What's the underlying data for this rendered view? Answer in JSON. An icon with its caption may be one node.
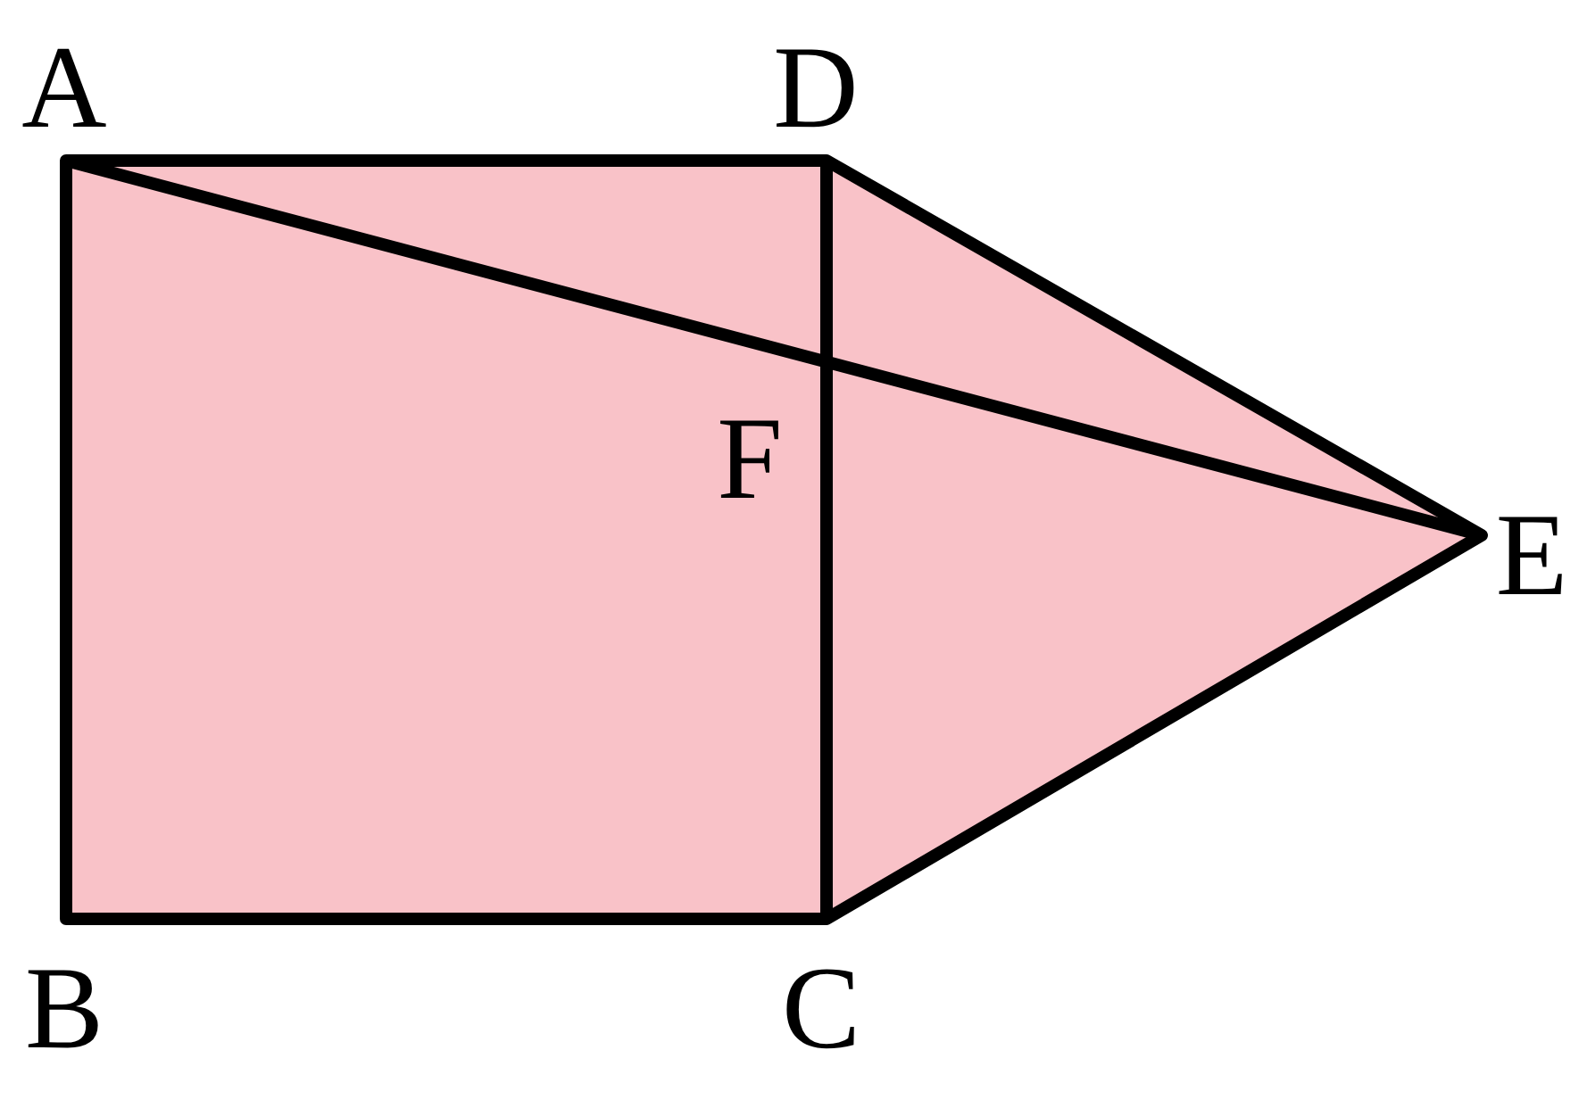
{
  "diagram": {
    "labels": [
      "A",
      "D",
      "F",
      "E",
      "B",
      "C"
    ]
  }
}
